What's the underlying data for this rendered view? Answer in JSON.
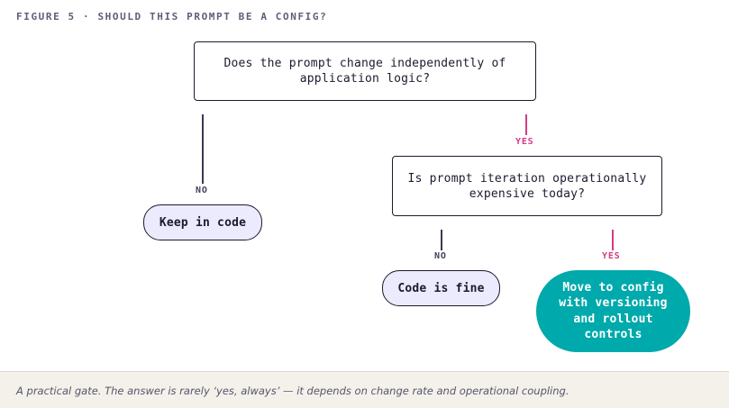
{
  "figure_label": "FIGURE 5 · SHOULD THIS PROMPT BE A CONFIG?",
  "questions": {
    "q1": "Does the prompt change independently of application logic?",
    "q2": "Is prompt iteration operationally expensive today?"
  },
  "branches": {
    "q1_no": "NO",
    "q1_yes": "YES",
    "q2_no": "NO",
    "q2_yes": "YES"
  },
  "outcomes": {
    "keep_in_code": "Keep in code",
    "code_is_fine": "Code is fine",
    "move_to_config": "Move to config with versioning and rollout controls"
  },
  "caption": "A practical gate. The answer is rarely ‘yes, always’ — it depends on change rate and operational coupling.",
  "colors": {
    "yes": "#d63b84",
    "no": "#3a3950",
    "recommended_outcome": "#00a9ab",
    "outcome_fill": "#eceafd",
    "caption_background": "#f4f1eb"
  }
}
